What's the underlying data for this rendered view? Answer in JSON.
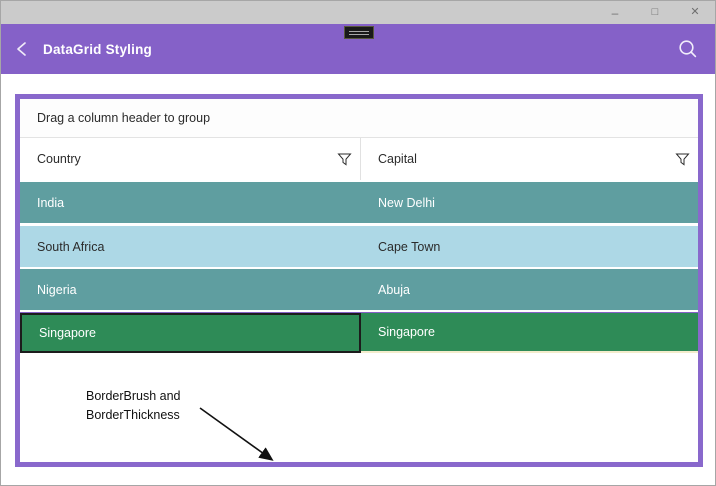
{
  "window": {
    "title_bar": {
      "minimize_glyph": "–",
      "maximize_glyph": "□",
      "close_glyph": "✕"
    },
    "top_grip_icon": "window-drag-grip"
  },
  "app_bar": {
    "title": "DataGrid Styling",
    "icons": {
      "back": "chevron-left",
      "search": "magnifier"
    }
  },
  "grid": {
    "group_drop_hint": "Drag a column header to group",
    "columns": [
      {
        "label": "Country",
        "filter_icon": "funnel"
      },
      {
        "label": "Capital",
        "filter_icon": "funnel"
      }
    ],
    "rows": [
      {
        "country": "India",
        "capital": "New Delhi",
        "bg": "#5F9EA0",
        "fg": "#FFFFFF",
        "state": "normal"
      },
      {
        "country": "South Africa",
        "capital": "Cape Town",
        "bg": "#ADD8E6",
        "fg": "#2B2B2B",
        "state": "normal"
      },
      {
        "country": "Nigeria",
        "capital": "Abuja",
        "bg": "#5F9EA0",
        "fg": "#FFFFFF",
        "state": "normal"
      },
      {
        "country": "Singapore",
        "capital": "Singapore",
        "bg": "#2E8B57",
        "fg": "#FFFFFF",
        "state": "current-cell"
      }
    ]
  },
  "annotation": {
    "line1": "BorderBrush and",
    "line2": "BorderThickness"
  },
  "colors": {
    "accent_purple": "#8561C8",
    "grid_border_purple": "#8968CC",
    "title_bar_gray": "#CBCBCB",
    "row_teal": "#5F9EA0",
    "row_lightblue": "#ADD8E6",
    "row_green": "#2E8B57",
    "current_cell_border": "#1C1C1C",
    "selected_capital_underline": "#F3ECCC"
  }
}
